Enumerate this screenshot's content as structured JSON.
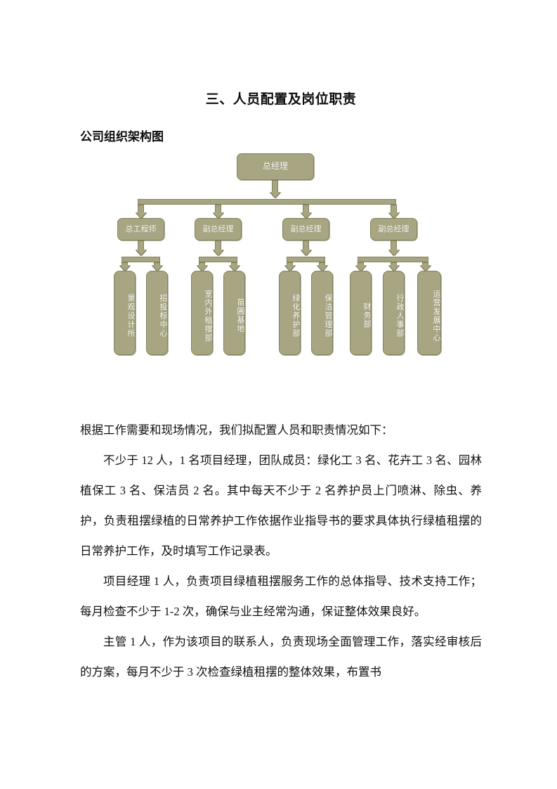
{
  "document": {
    "title": "三、人员配置及岗位职责",
    "section_title": "公司组织架构图"
  },
  "chart_data": {
    "type": "diagram",
    "title": "公司组织架构图",
    "orientation": "top-down",
    "colors": {
      "node_fill": "#a8a682",
      "node_border": "#83825d",
      "node_text": "#ffffff",
      "connector": "#a8a682"
    },
    "nodes": {
      "root": {
        "label": "总经理",
        "level": 0
      },
      "level1": [
        {
          "label": "总工程师"
        },
        {
          "label": "副总经理"
        },
        {
          "label": "副总经理"
        },
        {
          "label": "副总经理"
        }
      ],
      "level2": [
        {
          "label": "景观设计所",
          "parent": 0
        },
        {
          "label": "招投标中心",
          "parent": 0
        },
        {
          "label": "室内外租摆部",
          "parent": 1
        },
        {
          "label": "苗圃基地",
          "parent": 1
        },
        {
          "label": "绿化养护部",
          "parent": 2
        },
        {
          "label": "保洁管理部",
          "parent": 2
        },
        {
          "label": "财务部",
          "parent": 3
        },
        {
          "label": "行政人事部",
          "parent": 3
        },
        {
          "label": "运营发展中心",
          "parent": 3
        }
      ]
    }
  },
  "body": {
    "paragraphs": [
      {
        "indent": false,
        "text": "根据工作需要和现场情况，我们拟配置人员和职责情况如下："
      },
      {
        "indent": true,
        "text": "不少于 12 人，1 名项目经理，团队成员：绿化工 3 名、花卉工 3 名、园林植保工 3 名、保洁员 2 名。其中每天不少于 2 名养护员上门喷淋、除虫、养护，负责租摆绿植的日常养护工作依据作业指导书的要求具体执行绿植租摆的日常养护工作，及时填写工作记录表。"
      },
      {
        "indent": true,
        "text": "项目经理 1 人，负责项目绿植租摆服务工作的总体指导、技术支持工作；每月检查不少于 1-2 次，确保与业主经常沟通，保证整体效果良好。"
      },
      {
        "indent": true,
        "text": "主管 1 人，作为该项目的联系人，负责现场全面管理工作，落实经审核后的方案，每月不少于 3 次检查绿植租摆的整体效果，布置书"
      }
    ]
  }
}
